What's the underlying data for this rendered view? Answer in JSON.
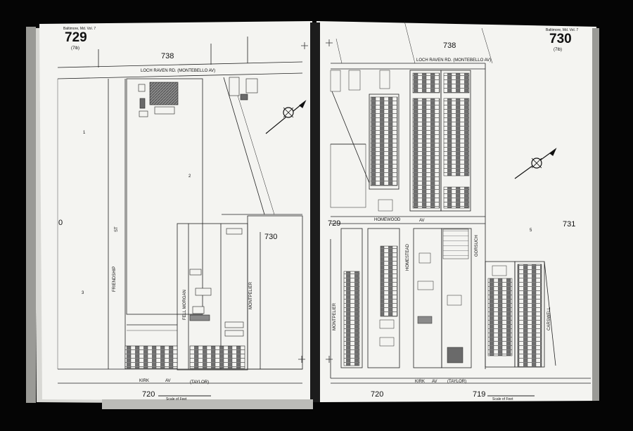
{
  "atlas": {
    "left_page": {
      "series": "Baltimore, Md. Vol. 7",
      "page_number": "729",
      "sub_number": "(7lb)",
      "adjacent_sheets": [
        "738",
        "730",
        "720"
      ],
      "side_sheet": "0",
      "streets": {
        "north": "LOCH RAVEN RD. (MONTEBELLO AV)",
        "friendship": "FRIENDSHIP",
        "st": "ST",
        "mount": "FELL MORGAN",
        "montpelier": "MONTPELIER",
        "south": "KIRK",
        "av": "AV",
        "taylor": "(TAYLOR)"
      },
      "lots": [
        "1",
        "2",
        "3"
      ],
      "scale_note": "Scale of Feet"
    },
    "right_page": {
      "series": "Baltimore, Md. Vol. 7",
      "page_number": "730",
      "sub_number": "(7lb)",
      "adjacent_sheets": [
        "738",
        "729",
        "731",
        "720",
        "719"
      ],
      "streets": {
        "north": "LOCH RAVEN RD. (MONTEBELLO AV)",
        "homewood": "HOMEWOOD",
        "av": "AV",
        "montpelier": "MONTPELIER",
        "homestead": "HOMESTEAD",
        "gorsuch": "GORSUCH",
        "carswell": "CARSWELL",
        "kirk": "KIRK",
        "taylor": "(TAYLOR)"
      },
      "lots": [
        "5"
      ],
      "scale_note": "Scale of Feet"
    },
    "colors": {
      "background": "#050505",
      "paper": "#f4f4f1",
      "ink": "#111111",
      "shading": "#6a6a6a",
      "dark_shading": "#444444"
    }
  }
}
